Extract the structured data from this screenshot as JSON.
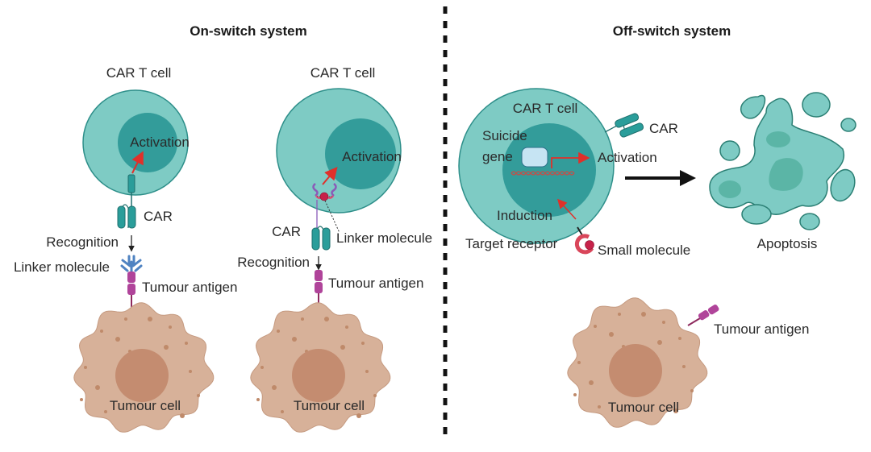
{
  "colors": {
    "cell_outer": "#7ecbc4",
    "cell_outer_stroke": "#2e8f8a",
    "cell_nucleus": "#339c9a",
    "car": "#2a9d9a",
    "car_stroke": "#1f6f6d",
    "antigen": "#b0449a",
    "antigen_stalk": "#8e2a5e",
    "linker_y": "#4f83c2",
    "arrow_red": "#e0302a",
    "tumour": "#d7b199",
    "tumour_stroke": "#c59a80",
    "tumour_nucleus": "#c48c70",
    "tumour_dots": "#bf8a6a",
    "small_molecule": "#c7224a",
    "receptor": "#d9465a",
    "gene_box": "#c6e4f3",
    "apoptosis_fill": "#7ecbc4",
    "apoptosis_stroke": "#2b7f74",
    "apoptosis_inner": "#5bb5a6",
    "divider": "#111111"
  },
  "sections": {
    "on_switch": {
      "title": "On-switch system",
      "panel_a": {
        "cell_label": "CAR T cell",
        "activation": "Activation",
        "car": "CAR",
        "recognition": "Recognition",
        "linker": "Linker molecule",
        "antigen": "Tumour antigen",
        "tumour": "Tumour cell"
      },
      "panel_b": {
        "cell_label": "CAR T cell",
        "activation": "Activation",
        "car": "CAR",
        "linker": "Linker molecule",
        "recognition": "Recognition",
        "antigen": "Tumour antigen",
        "tumour": "Tumour cell"
      }
    },
    "off_switch": {
      "title": "Off-switch system",
      "cell_label": "CAR T cell",
      "car": "CAR",
      "suicide_gene": [
        "Suicide",
        "gene"
      ],
      "activation": "Activation",
      "induction": "Induction",
      "target_receptor": "Target receptor",
      "small_molecule": "Small molecule",
      "apoptosis": "Apoptosis",
      "antigen": "Tumour antigen",
      "tumour": "Tumour cell"
    }
  }
}
